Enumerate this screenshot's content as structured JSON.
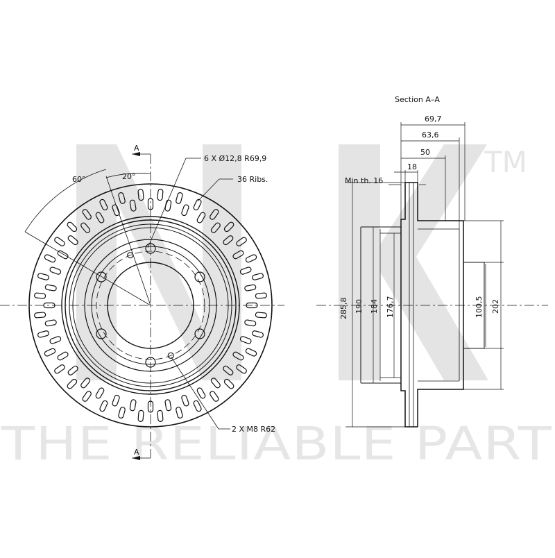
{
  "watermark": {
    "logo": "NK",
    "trademark": "TM",
    "tagline": "THE RELIABLE PART"
  },
  "front_view": {
    "section_marker": "A",
    "section_marker_bottom": "A",
    "angle_1": "60°",
    "angle_2": "20°",
    "holes_callout": "6 X Ø12,8 R69,9",
    "ribs_callout": "36 Ribs.",
    "threads_callout": "2 X M8 R62"
  },
  "section_view": {
    "title": "Section A–A",
    "widths": [
      "69,7",
      "63,6",
      "50",
      "18"
    ],
    "min_thickness": "Min th. 16",
    "heights": [
      "285,8",
      "190",
      "184",
      "176,7",
      "100,5",
      "202"
    ]
  }
}
